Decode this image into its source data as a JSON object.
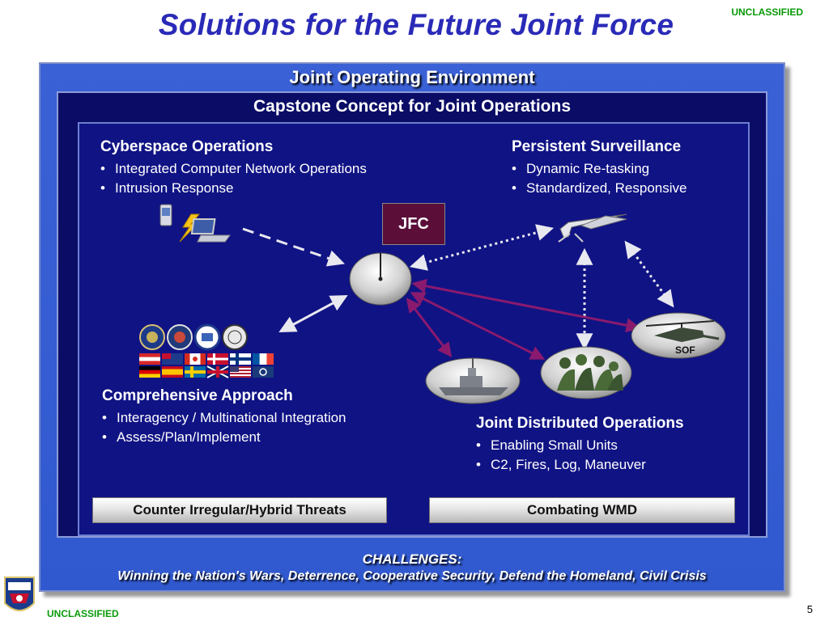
{
  "header": {
    "title": "Solutions for the Future Joint Force",
    "classification_top": "UNCLASSIFIED",
    "classification_bottom": "UNCLASSIFIED",
    "page_number": "5"
  },
  "diagram": {
    "outer_title": "Joint Operating Environment",
    "middle_title": "Capstone Concept for Joint Operations",
    "center_node": "JFC",
    "cyberspace": {
      "heading": "Cyberspace Operations",
      "items": [
        "Integrated Computer Network Operations",
        "Intrusion Response"
      ]
    },
    "surveillance": {
      "heading": "Persistent Surveillance",
      "items": [
        "Dynamic Re-tasking",
        "Standardized, Responsive"
      ]
    },
    "comprehensive": {
      "heading": "Comprehensive Approach",
      "items": [
        "Interagency / Multinational Integration",
        "Assess/Plan/Implement"
      ]
    },
    "distributed": {
      "heading": "Joint Distributed Operations",
      "items": [
        "Enabling Small Units",
        "C2, Fires, Log, Maneuver"
      ]
    },
    "sof_label": "SOF",
    "bars": {
      "left": "Counter Irregular/Hybrid Threats",
      "right": "Combating WMD"
    },
    "challenges": {
      "title": "CHALLENGES:",
      "text": "Winning the Nation's Wars, Deterrence, Cooperative Security, Defend the Homeland, Civil Crisis"
    }
  },
  "colors": {
    "title": "#2a2ab8",
    "classification": "#0a9a0a",
    "outer_frame": "#3159cf",
    "inner_panel": "#101384",
    "jfc_box": "#5a0e38",
    "link_purple": "#8a1a6e",
    "link_white": "#e8e8f0"
  },
  "icons": [
    "pda-icon",
    "lightning-icon",
    "laptop-icon",
    "uav-icon",
    "helicopter-icon",
    "ship-icon",
    "soldiers-icon",
    "agency-seal-icon",
    "flag-icon",
    "command-seal-logo"
  ]
}
